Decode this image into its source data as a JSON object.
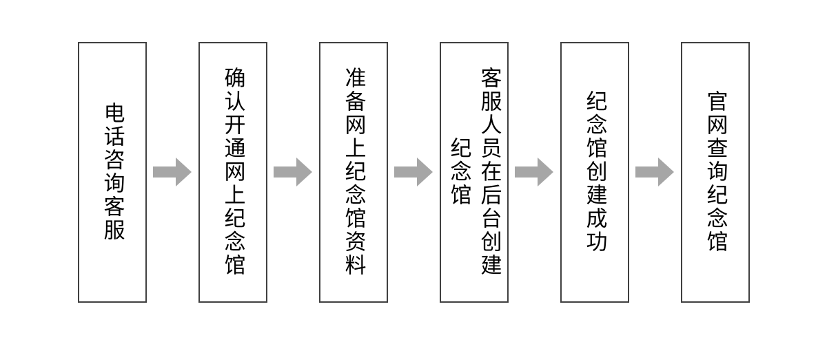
{
  "diagram": {
    "type": "horizontal-process-flow",
    "title": "",
    "orientation": "left-to-right",
    "text_direction": "vertical-rl",
    "colors": {
      "box_border": "#404040",
      "box_fill": "#ffffff",
      "text": "#000000",
      "arrow": "#a6a6a6",
      "background": "#ffffff"
    },
    "nodes": [
      {
        "id": "step-1",
        "label": "电话咨询客服",
        "columns": 1
      },
      {
        "id": "step-2",
        "label": "确认开通网上纪念馆",
        "columns": 1
      },
      {
        "id": "step-3",
        "label": "准备网上纪念馆资料",
        "columns": 1
      },
      {
        "id": "step-4",
        "label": "客服人员在后台创建纪念馆",
        "columns": 2
      },
      {
        "id": "step-5",
        "label": "纪念馆创建成功",
        "columns": 1
      },
      {
        "id": "step-6",
        "label": "官网查询纪念馆",
        "columns": 1
      }
    ],
    "arrows": [
      {
        "id": "arrow-1",
        "icon": "right-arrow-icon",
        "from": "step-1",
        "to": "step-2"
      },
      {
        "id": "arrow-2",
        "icon": "right-arrow-icon",
        "from": "step-2",
        "to": "step-3"
      },
      {
        "id": "arrow-3",
        "icon": "right-arrow-icon",
        "from": "step-3",
        "to": "step-4"
      },
      {
        "id": "arrow-4",
        "icon": "right-arrow-icon",
        "from": "step-4",
        "to": "step-5"
      },
      {
        "id": "arrow-5",
        "icon": "right-arrow-icon",
        "from": "step-5",
        "to": "step-6"
      }
    ]
  }
}
